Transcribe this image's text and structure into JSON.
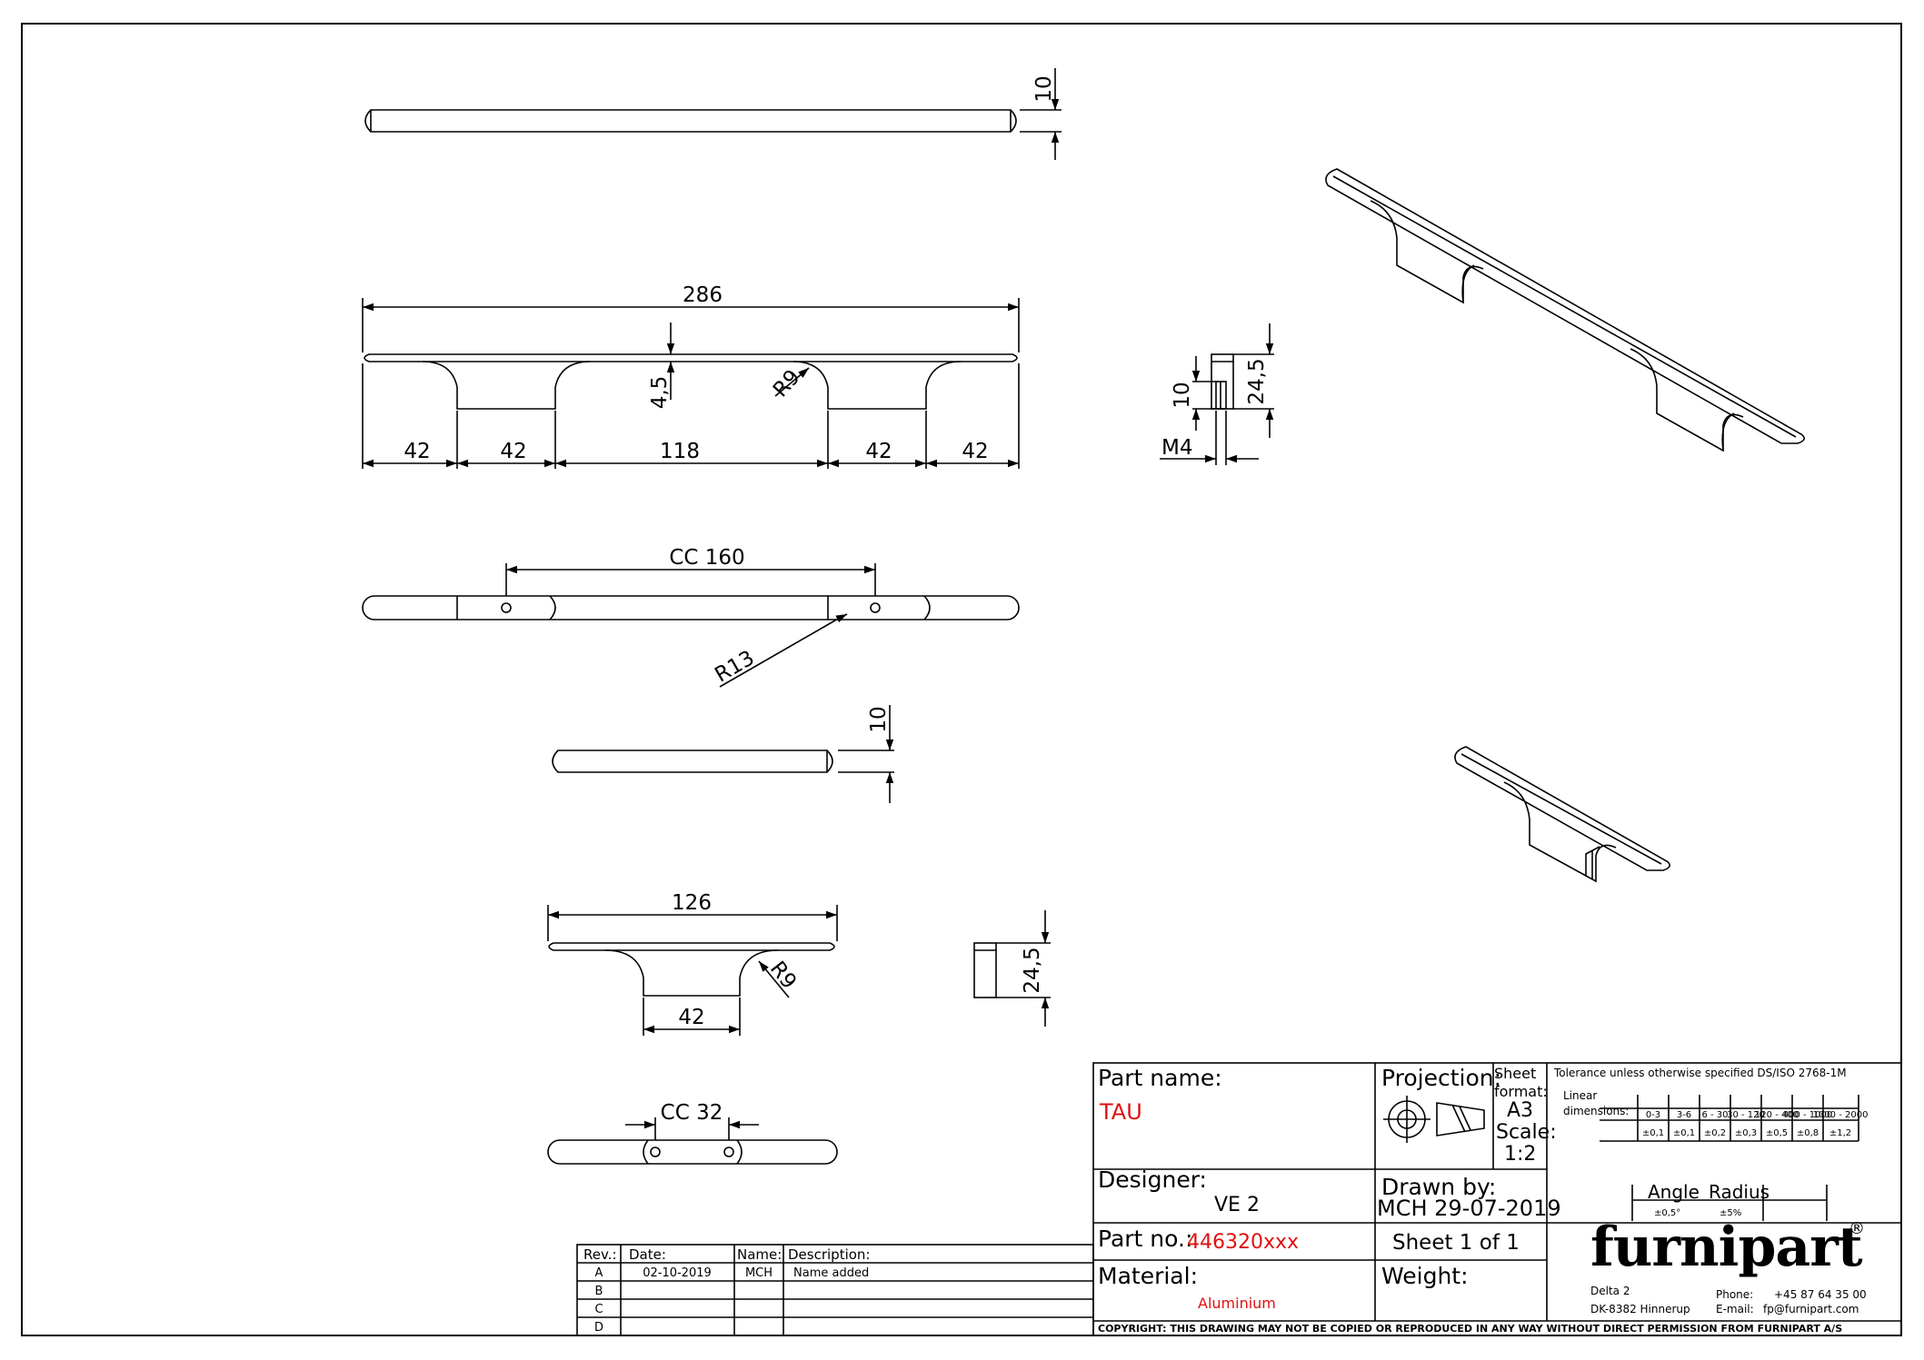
{
  "dims": {
    "top_height": "10",
    "overall_length": "286",
    "depth_small": "4,5",
    "radius_main": "R9",
    "seg_a": "42",
    "seg_b": "42",
    "seg_c": "118",
    "seg_d": "42",
    "seg_e": "42",
    "side_height_small": "10",
    "side_height_large": "24,5",
    "thread": "M4",
    "cc_main": "CC 160",
    "radius_end": "R13",
    "small_top_height": "10",
    "small_length": "126",
    "small_radius": "R9",
    "small_seg": "42",
    "small_side_height": "24,5",
    "cc_small": "CC 32"
  },
  "title_block": {
    "part_name_label": "Part name:",
    "part_name": "TAU",
    "projection_label": "Projection:",
    "sheet_format_label": "Sheet format:",
    "sheet_format": "A3",
    "scale_label": "Scale:",
    "scale": "1:2",
    "designer_label": "Designer:",
    "designer": "VE 2",
    "drawn_by_label": "Drawn by:",
    "drawn_by": "MCH 29-07-2019",
    "part_no_label": "Part no.:",
    "part_no": "446320xxx",
    "sheet": "Sheet 1 of 1",
    "material_label": "Material:",
    "material": "Aluminium",
    "weight_label": "Weight:",
    "tolerance_title": "Tolerance unless otherwise specified DS/ISO 2768-1M",
    "linear_label": "Linear dimensions:",
    "tol_ranges": [
      "0-3",
      "3-6",
      "6 - 30",
      "30 - 120",
      "120 - 400",
      "400 - 1000",
      "1000 - 2000"
    ],
    "tol_values": [
      "±0,1",
      "±0,1",
      "±0,2",
      "±0,3",
      "±0,5",
      "±0,8",
      "±1,2"
    ],
    "angle_label": "Angle",
    "radius_label": "Radius",
    "angle_tol": "±0,5°",
    "radius_tol": "±5%",
    "company": "furnipart",
    "registered": "®",
    "address_line1": "Delta 2",
    "address_line2": "DK-8382 Hinnerup",
    "phone_label": "Phone:",
    "phone": "+45 87 64 35 00",
    "email_label": "E-mail:",
    "email": "fp@furnipart.com",
    "copyright": "COPYRIGHT: THIS DRAWING MAY NOT BE COPIED OR REPRODUCED IN ANY WAY WITHOUT DIRECT PERMISSION FROM FURNIPART A/S"
  },
  "revisions": {
    "headers": [
      "Rev.:",
      "Date:",
      "Name:",
      "Description:"
    ],
    "rows": [
      {
        "rev": "A",
        "date": "02-10-2019",
        "name": "MCH",
        "desc": "Name added"
      },
      {
        "rev": "B",
        "date": "",
        "name": "",
        "desc": ""
      },
      {
        "rev": "C",
        "date": "",
        "name": "",
        "desc": ""
      },
      {
        "rev": "D",
        "date": "",
        "name": "",
        "desc": ""
      }
    ]
  }
}
